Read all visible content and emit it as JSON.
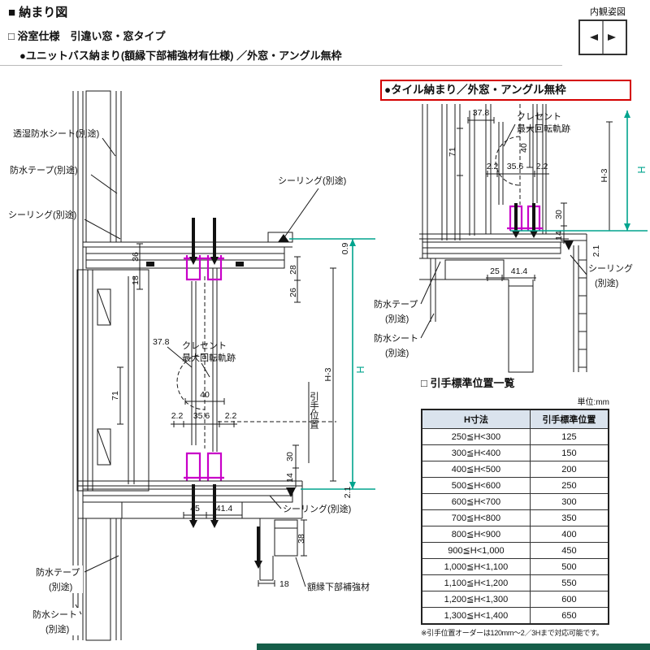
{
  "header": {
    "title": "■ 納まり図",
    "view_label": "内観姿図",
    "spec": "□ 浴室仕様　引違い窓・窓タイプ",
    "desc": "●ユニットバス納まり(額縁下部補強材有仕様) ／外窓・アングル無枠",
    "tile_title": "●タイル納まり／外窓・アングル無枠"
  },
  "left": {
    "lbl_breathable_sheet": "透湿防水シート(別途)",
    "lbl_tape_top": "防水テープ(別途)",
    "lbl_seal_top": "シーリング(別途)",
    "lbl_seal_mid": "シーリング(別途)",
    "lbl_crescent_1": "クレセント",
    "lbl_crescent_2": "最大回転軌跡",
    "lbl_handle_pos": "引手位置",
    "lbl_seal_bottom": "シーリング(別途)",
    "lbl_reinforce": "額縁下部補強材",
    "lbl_tape_bottom_1": "防水テープ",
    "lbl_tape_bottom_2": "(別途)",
    "lbl_sheet_bottom_1": "防水シート",
    "lbl_sheet_bottom_2": "(別途)",
    "dims": {
      "a36": "36",
      "a18": "18",
      "a28": "28",
      "a26": "26",
      "a09": "0.9",
      "a378": "37.8",
      "a71": "71",
      "a40": "40",
      "a22l": "2.2",
      "a356": "35.6",
      "a22r": "2.2",
      "h3": "H-3",
      "h": "H",
      "a30": "30",
      "a14": "14",
      "a21": "2.1",
      "a45": "45",
      "a414": "41.4",
      "a38": "38",
      "b18": "18"
    }
  },
  "right": {
    "lbl_crescent_1": "クレセント",
    "lbl_crescent_2": "最大回転軌跡",
    "lbl_seal_1": "シーリング",
    "lbl_seal_2": "(別途)",
    "lbl_tape_1": "防水テープ",
    "lbl_tape_2": "(別途)",
    "lbl_sheet_1": "防水シート",
    "lbl_sheet_2": "(別途)",
    "dims": {
      "a378": "37.8",
      "a71": "71",
      "a40": "40",
      "a22l": "2.2",
      "a356": "35.6",
      "a22r": "2.2",
      "a30": "30",
      "a14": "14",
      "a21": "2.1",
      "a25": "25",
      "a414": "41.4",
      "h3": "H-3",
      "h": "H"
    }
  },
  "table": {
    "title": "□ 引手標準位置一覧",
    "unit": "単位:mm",
    "col_h": "H寸法",
    "col_pos": "引手標準位置",
    "rows": [
      [
        "250≦H<300",
        "125"
      ],
      [
        "300≦H<400",
        "150"
      ],
      [
        "400≦H<500",
        "200"
      ],
      [
        "500≦H<600",
        "250"
      ],
      [
        "600≦H<700",
        "300"
      ],
      [
        "700≦H<800",
        "350"
      ],
      [
        "800≦H<900",
        "400"
      ],
      [
        "900≦H<1,000",
        "450"
      ],
      [
        "1,000≦H<1,100",
        "500"
      ],
      [
        "1,100≦H<1,200",
        "550"
      ],
      [
        "1,200≦H<1,300",
        "600"
      ],
      [
        "1,300≦H<1,400",
        "650"
      ]
    ],
    "note": "※引手位置オーダーは120mm～2／3Hまで対応可能です。"
  },
  "colors": {
    "accent_green": "#00A48E",
    "highlight_magenta": "#C800C8",
    "box_red": "#D40000",
    "table_header_bg": "#DAE3ED",
    "footer_bar": "#155E49"
  }
}
